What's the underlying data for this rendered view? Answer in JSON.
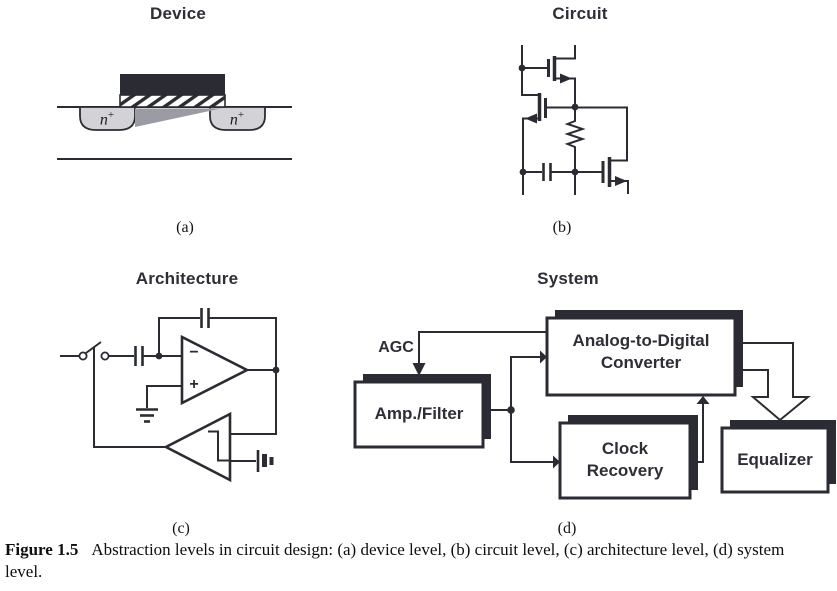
{
  "panels": {
    "device": {
      "title": "Device",
      "label": "(a)",
      "n_label": "n",
      "n_sup": "+"
    },
    "circuit": {
      "title": "Circuit",
      "label": "(b)"
    },
    "architecture": {
      "title": "Architecture",
      "label": "(c)",
      "minus": "−",
      "plus": "+"
    },
    "system": {
      "title": "System",
      "label": "(d)",
      "agc_label": "AGC",
      "blocks": {
        "amp": "Amp./Filter",
        "adc_line1": "Analog-to-Digital",
        "adc_line2": "Converter",
        "clock_line1": "Clock",
        "clock_line2": "Recovery",
        "eq": "Equalizer"
      }
    }
  },
  "caption": {
    "tag": "Figure 1.5",
    "text": "Abstraction levels in circuit design: (a) device level, (b) circuit level, (c) architecture level, (d) system level."
  },
  "colors": {
    "ink": "#2b2b33",
    "n_fill": "#d3d3d7",
    "wedge": "#9b9ba3"
  }
}
